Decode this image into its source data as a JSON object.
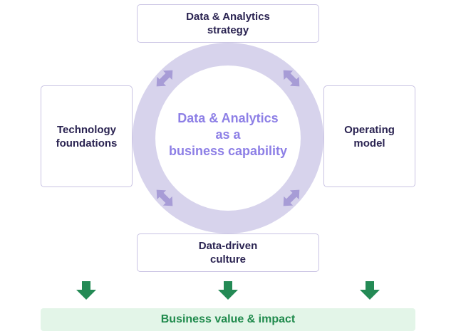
{
  "center": {
    "line1": "Data & Analytics",
    "line2": "as a",
    "line3": "business capability"
  },
  "boxes": {
    "top": {
      "line1": "Data & Analytics",
      "line2": "strategy"
    },
    "left": {
      "line1": "Technology",
      "line2": "foundations"
    },
    "right": {
      "line1": "Operating",
      "line2": "model"
    },
    "bottom": {
      "line1": "Data-driven",
      "line2": "culture"
    }
  },
  "banner": {
    "label": "Business value & impact"
  },
  "colors": {
    "ring": "#d7d3ec",
    "connector_arrow": "#a79cd6",
    "center_text": "#8d7fe6",
    "box_text": "#2b2452",
    "box_border": "#c9c3e3",
    "down_arrow": "#248a55",
    "banner_bg": "#e3f5e8",
    "banner_text": "#1f8a4c"
  }
}
